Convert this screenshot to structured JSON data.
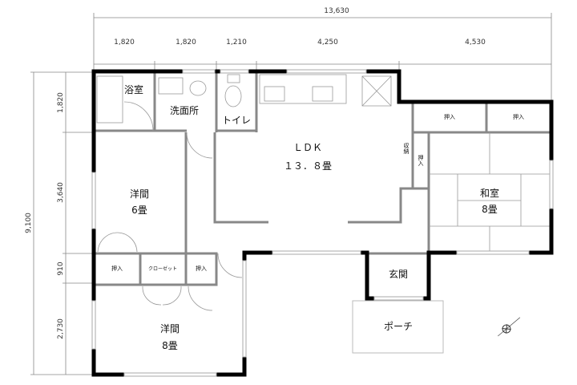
{
  "dimensions": {
    "total_width": "13,630",
    "widths": [
      "1,820",
      "1,820",
      "1,210",
      "4,250",
      "4,530"
    ],
    "total_depth": "9,100",
    "depths": [
      "1,820",
      "3,640",
      "910",
      "2,730"
    ]
  },
  "rooms": {
    "bath": "浴室",
    "washroom": "洗面所",
    "toilet": "トイレ",
    "ldk_name": "ＬＤＫ",
    "ldk_size": "１３．８畳",
    "western6_name": "洋間",
    "western6_size": "6畳",
    "japanese_name": "和室",
    "japanese_size": "8畳",
    "oshiire_1": "押入",
    "oshiire_2": "押入",
    "storage": "収納",
    "oshiire_v": "押入",
    "oshiire_3": "押入",
    "closet": "クローゼット",
    "oshiire_4": "押入",
    "entrance": "玄関",
    "porch": "ポーチ",
    "western8_name": "洋間",
    "western8_size": "8畳"
  }
}
